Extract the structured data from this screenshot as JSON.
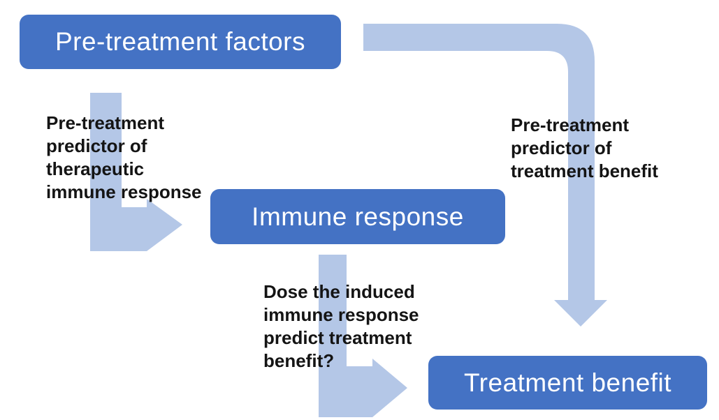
{
  "diagram": {
    "background": "#ffffff",
    "colors": {
      "box_fill": "#4472c4",
      "box_text": "#ffffff",
      "arrow_fill": "#b4c7e7",
      "label_text": "#141414"
    },
    "boxes": [
      {
        "id": "pre-treatment-factors",
        "label": "Pre-treatment factors"
      },
      {
        "id": "immune-response",
        "label": "Immune response"
      },
      {
        "id": "treatment-benefit",
        "label": "Treatment benefit"
      }
    ],
    "arrows": [
      {
        "id": "pretreatment-to-immune",
        "from": "pre-treatment-factors",
        "to": "immune-response",
        "label": "Pre-treatment predictor of therapeutic immune response",
        "label_lines": [
          "Pre-treatment",
          "predictor of",
          "therapeutic",
          "immune response"
        ]
      },
      {
        "id": "immune-to-benefit",
        "from": "immune-response",
        "to": "treatment-benefit",
        "label": "Dose the induced immune response predict treatment benefit?",
        "label_lines": [
          "Dose the induced",
          "immune response",
          "predict treatment",
          "benefit?"
        ]
      },
      {
        "id": "pretreatment-to-benefit",
        "from": "pre-treatment-factors",
        "to": "treatment-benefit",
        "label": "Pre-treatment predictor of treatment benefit",
        "label_lines": [
          "Pre-treatment",
          "predictor of",
          "treatment benefit"
        ]
      }
    ]
  }
}
